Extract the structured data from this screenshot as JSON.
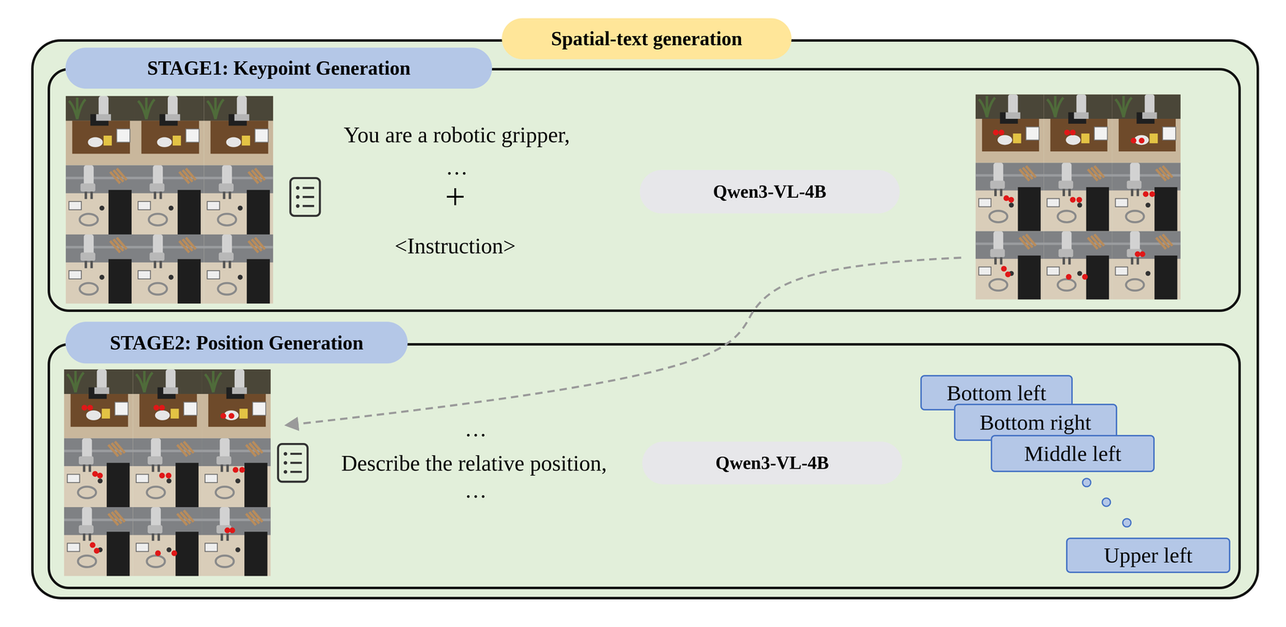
{
  "diagram": {
    "nodes": [
      {
        "text": [
          "Spatial-text generation"
        ]
      },
      {
        "text": [
          "STAGE1: Keypoint Generation"
        ],
        "in": 0
      },
      {
        "text": [
          "Qwen3-VL-4B"
        ],
        "in": 1
      },
      {
        "text": [
          "STAGE2: Position Generation"
        ],
        "in": 0
      },
      {
        "text": [
          "Qwen3-VL-4B"
        ],
        "in": 3
      },
      {
        "text": [
          "Bottom left"
        ],
        "in": 3
      },
      {
        "text": [
          "Bottom right"
        ],
        "in": 3
      },
      {
        "text": [
          "Middle left"
        ],
        "in": 3
      },
      {
        "text": [
          "Upper left"
        ],
        "in": 3
      }
    ],
    "labels": [
      "You are a robotic gripper,",
      "…",
      "+",
      "<Instruction>",
      "…",
      "Describe the relative position,",
      "…"
    ]
  }
}
